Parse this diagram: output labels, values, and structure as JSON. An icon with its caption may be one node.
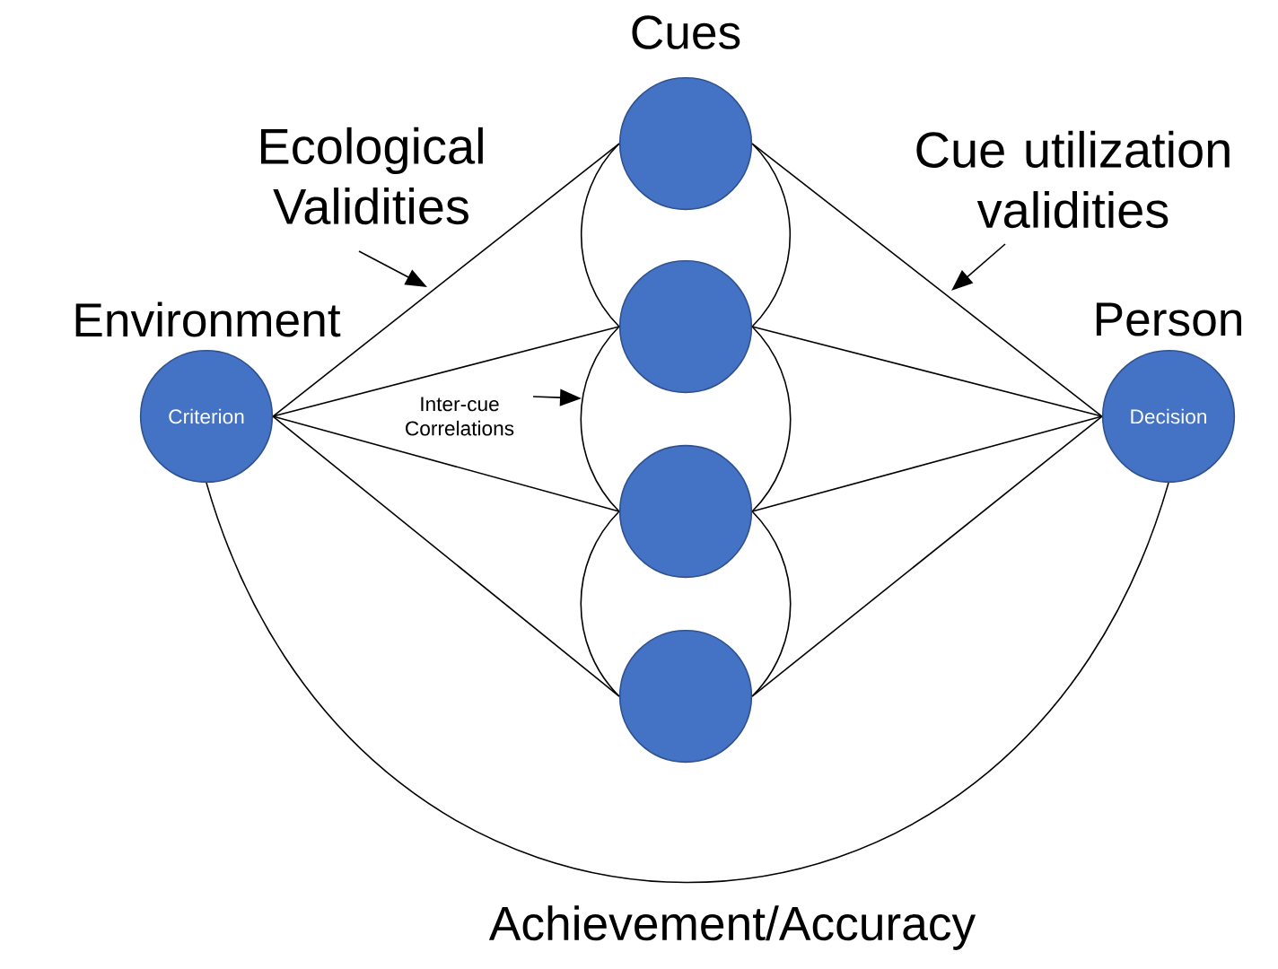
{
  "diagram": {
    "nodes": [
      {
        "text": [
          "Environment",
          "Criterion"
        ]
      },
      {
        "text": [],
        "shape": "circle",
        "beside": [
          "Cues"
        ]
      },
      {
        "text": [],
        "shape": "circle"
      },
      {
        "text": [],
        "shape": "circle"
      },
      {
        "text": [],
        "shape": "circle"
      },
      {
        "text": [
          "Person",
          "Decision"
        ]
      },
      {
        "text": [
          "Ecological Validities"
        ]
      },
      {
        "text": [
          "Cue utilization validities"
        ]
      },
      {
        "text": [
          "Inter-cue Correlations"
        ]
      }
    ],
    "edges": [
      {
        "from": 0,
        "to": 1,
        "arrow": "none"
      },
      {
        "from": 0,
        "to": 2,
        "arrow": "none"
      },
      {
        "from": 0,
        "to": 3,
        "arrow": "none"
      },
      {
        "from": 0,
        "to": 4,
        "arrow": "none"
      },
      {
        "from": 1,
        "to": 5,
        "arrow": "none"
      },
      {
        "from": 2,
        "to": 5,
        "arrow": "none"
      },
      {
        "from": 3,
        "to": 5,
        "arrow": "none"
      },
      {
        "from": 4,
        "to": 5,
        "arrow": "none"
      },
      {
        "from": 1,
        "to": 2,
        "arrow": "none"
      },
      {
        "from": 2,
        "to": 3,
        "arrow": "none"
      },
      {
        "from": 3,
        "to": 4,
        "arrow": "none"
      },
      {
        "from": 1,
        "to": 2,
        "arrow": "none"
      },
      {
        "from": 2,
        "to": 3,
        "arrow": "none"
      },
      {
        "from": 3,
        "to": 4,
        "arrow": "none"
      },
      {
        "from": 0,
        "to": 5,
        "arrow": "none",
        "label": "Achievement/Accuracy"
      },
      {
        "from": 6,
        "to": null,
        "arrow": "to"
      },
      {
        "from": 7,
        "to": null,
        "arrow": "to"
      },
      {
        "from": 8,
        "to": null,
        "arrow": "to"
      }
    ]
  }
}
